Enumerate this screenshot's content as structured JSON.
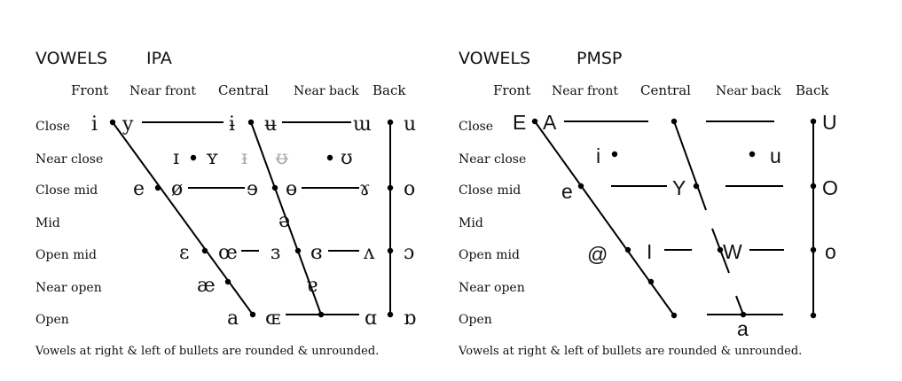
{
  "title_word": "VOWELS",
  "columns": [
    "Front",
    "Near front",
    "Central",
    "Near back",
    "Back"
  ],
  "rows": [
    "Close",
    "Near close",
    "Close mid",
    "Mid",
    "Open mid",
    "Near open",
    "Open"
  ],
  "note": "Vowels at right & left of bullets are rounded & unrounded.",
  "ipa": {
    "name": "IPA",
    "close": [
      "i",
      "y",
      "ɨ",
      "ʉ",
      "ɯ",
      "u"
    ],
    "near_close": [
      "ɪ",
      "ʏ",
      "ᵻ",
      "ᵿ",
      "ʊ"
    ],
    "close_mid": [
      "e",
      "ø",
      "ɘ",
      "ɵ",
      "ɤ",
      "o"
    ],
    "mid": [
      "ə"
    ],
    "open_mid": [
      "ɛ",
      "œ",
      "ɜ",
      "ɞ",
      "ʌ",
      "ɔ"
    ],
    "near_open": [
      "æ",
      "ɐ"
    ],
    "open": [
      "a",
      "ɶ",
      "ɑ",
      "ɒ"
    ]
  },
  "pmsp": {
    "name": "PMSP",
    "close": [
      "E",
      "A",
      "U"
    ],
    "near_close": [
      "i",
      "u"
    ],
    "close_mid": [
      "e",
      "Y",
      "O"
    ],
    "open_mid": [
      "@",
      "I",
      "W",
      "o"
    ],
    "open": [
      "a"
    ]
  }
}
